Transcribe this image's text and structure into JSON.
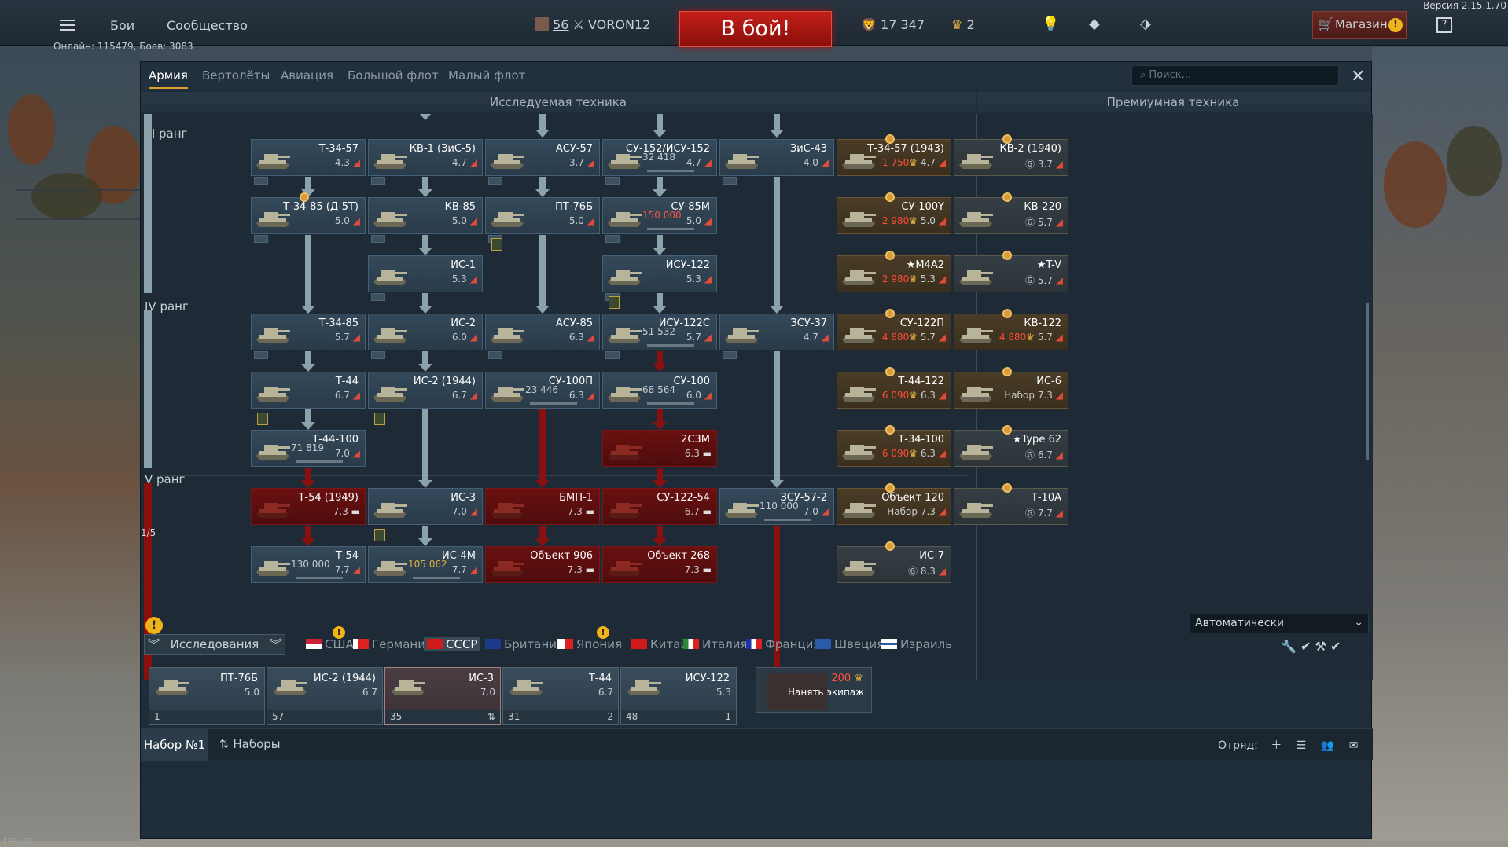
{
  "topbar": {
    "version": "Версия 2.15.1.70",
    "battles_label": "Бои",
    "community_label": "Сообщество",
    "level": "56",
    "username": "VORON12",
    "fight_button": "В бой!",
    "silver_lions": "17 347",
    "golden_eagles": "2",
    "shop_label": "Магазин",
    "online_text": "Онлайн: 115479, Боев: 3083"
  },
  "tabs": [
    "Армия",
    "Вертолёты",
    "Авиация",
    "Большой флот",
    "Малый флот"
  ],
  "search_placeholder": "Поиск...",
  "sections": {
    "researched": "Исследуемая техника",
    "premium": "Премиумная техника"
  },
  "ranks": [
    "III ранг",
    "IV ранг",
    "V ранг"
  ],
  "rank_progress": "1/5",
  "vehicles": [
    {
      "name": "Т-34-57",
      "br": "4.3",
      "state": "researched"
    },
    {
      "name": "КВ-1 (ЗиС-5)",
      "br": "4.7",
      "state": "researched"
    },
    {
      "name": "АСУ-57",
      "br": "3.7",
      "state": "researched"
    },
    {
      "name": "СУ-152/ИСУ-152",
      "br": "4.7",
      "rp": "32 418",
      "state": "researched"
    },
    {
      "name": "ЗиС-43",
      "br": "4.0",
      "state": "researched"
    },
    {
      "name": "Т-34-85 (Д-5Т)",
      "br": "5.0",
      "state": "researched"
    },
    {
      "name": "КВ-85",
      "br": "5.0",
      "state": "researched"
    },
    {
      "name": "ПТ-76Б",
      "br": "5.0",
      "state": "researched"
    },
    {
      "name": "СУ-85М",
      "br": "5.0",
      "rp": "150 000",
      "state": "researched"
    },
    {
      "name": "ИС-1",
      "br": "5.3",
      "state": "researched"
    },
    {
      "name": "ИСУ-122",
      "br": "5.3",
      "state": "researched"
    },
    {
      "name": "Т-34-85",
      "br": "5.7",
      "state": "researched"
    },
    {
      "name": "ИС-2",
      "br": "6.0",
      "state": "researched"
    },
    {
      "name": "АСУ-85",
      "br": "6.3",
      "state": "researched"
    },
    {
      "name": "ИСУ-122С",
      "br": "5.7",
      "rp": "51 532",
      "state": "researched"
    },
    {
      "name": "ЗСУ-37",
      "br": "4.7",
      "state": "researched"
    },
    {
      "name": "Т-44",
      "br": "6.7",
      "state": "researched"
    },
    {
      "name": "ИС-2 (1944)",
      "br": "6.7",
      "state": "researched"
    },
    {
      "name": "СУ-100П",
      "br": "6.3",
      "rp": "23 446",
      "state": "researched"
    },
    {
      "name": "СУ-100",
      "br": "6.0",
      "rp": "68 564",
      "state": "researched"
    },
    {
      "name": "Т-44-100",
      "br": "7.0",
      "rp": "71 819",
      "state": "researched"
    },
    {
      "name": "2С3М",
      "br": "6.3",
      "state": "locked"
    },
    {
      "name": "Т-54 (1949)",
      "br": "7.3",
      "state": "locked"
    },
    {
      "name": "ИС-3",
      "br": "7.0",
      "state": "researched"
    },
    {
      "name": "БМП-1",
      "br": "7.3",
      "state": "locked"
    },
    {
      "name": "СУ-122-54",
      "br": "6.7",
      "state": "locked"
    },
    {
      "name": "ЗСУ-57-2",
      "br": "7.0",
      "rp": "110 000",
      "state": "researched"
    },
    {
      "name": "Т-54",
      "br": "7.7",
      "rp": "130 000",
      "state": "researched"
    },
    {
      "name": "ИС-4М",
      "br": "7.7",
      "rp": "105 062",
      "state": "researched"
    },
    {
      "name": "Объект 906",
      "br": "7.3",
      "state": "locked"
    },
    {
      "name": "Объект 268",
      "br": "7.3",
      "state": "locked"
    }
  ],
  "premium": [
    {
      "name": "Т-34-57 (1943)",
      "br": "4.7",
      "price": "1 750"
    },
    {
      "name": "КВ-2 (1940)",
      "br": "3.7",
      "price": "G"
    },
    {
      "name": "СУ-100Y",
      "br": "5.0",
      "price": "2 980"
    },
    {
      "name": "КВ-220",
      "br": "5.7",
      "price": "G"
    },
    {
      "name": "★М4А2",
      "br": "5.3",
      "price": "2 980"
    },
    {
      "name": "★T-V",
      "br": "5.7",
      "price": "G"
    },
    {
      "name": "СУ-122П",
      "br": "5.7",
      "price": "4 880"
    },
    {
      "name": "КВ-122",
      "br": "5.7",
      "price": "4 880"
    },
    {
      "name": "Т-44-122",
      "br": "6.3",
      "price": "6 090"
    },
    {
      "name": "ИС-6",
      "br": "7.3",
      "price": "Набор"
    },
    {
      "name": "Т-34-100",
      "br": "6.3",
      "price": "6 090"
    },
    {
      "name": "★Type 62",
      "br": "6.7",
      "price": "G"
    },
    {
      "name": "Объект 120",
      "br": "7.3",
      "price": "Набор"
    },
    {
      "name": "Т-10А",
      "br": "7.7",
      "price": "G"
    },
    {
      "name": "ИС-7",
      "br": "8.3",
      "price": "G"
    }
  ],
  "bottom": {
    "auto_select": "Автоматически",
    "research_label": "Исследования",
    "nations": [
      "США",
      "Германия",
      "СССР",
      "Британия",
      "Япония",
      "Китай",
      "Италия",
      "Франция",
      "Швеция",
      "Израиль"
    ],
    "crew": [
      {
        "name": "ПТ-76Б",
        "br": "5.0",
        "slot": "1",
        "extra": ""
      },
      {
        "name": "ИС-2 (1944)",
        "br": "6.7",
        "slot": "57",
        "extra": ""
      },
      {
        "name": "ИС-3",
        "br": "7.0",
        "slot": "35",
        "extra": "⇅"
      },
      {
        "name": "Т-44",
        "br": "6.7",
        "slot": "31",
        "extra": "2"
      },
      {
        "name": "ИСУ-122",
        "br": "5.3",
        "slot": "48",
        "extra": "1"
      }
    ],
    "hire_cost": "200",
    "hire_label": "Нанять экипаж",
    "preset_label": "Набор №1",
    "presets_label": "Наборы",
    "squad_label": "Отряд:"
  },
  "fps": "FPS: 60",
  "colors": {
    "fight": "#c4201a",
    "researched": "#34495a",
    "locked": "#6a1010",
    "premium": "#4a3c26"
  }
}
